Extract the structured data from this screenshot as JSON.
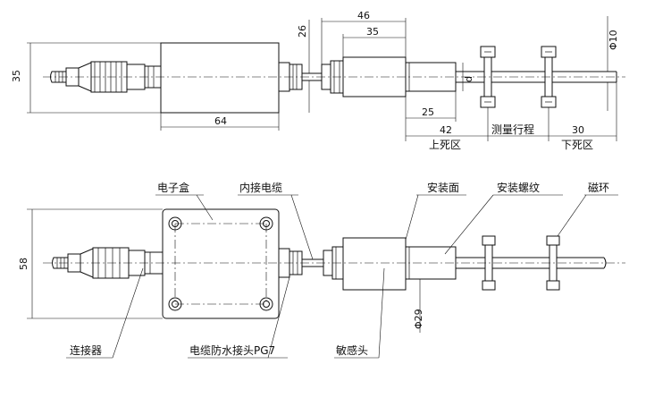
{
  "dimensions": {
    "d46": "46",
    "d35_top": "35",
    "d26": "26",
    "d35_left": "35",
    "d64": "64",
    "d_label": "d",
    "d25": "25",
    "d42": "42",
    "d30": "30",
    "phi10": "Φ10",
    "d58": "58",
    "phi29": "Φ29"
  },
  "stroke_label": "测量行程",
  "zones": {
    "upper_dead": "上死区",
    "lower_dead": "下死区"
  },
  "callouts": {
    "electronics_box": "电子盒",
    "inner_cable": "内接电缆",
    "mount_face": "安装面",
    "mount_thread": "安装螺纹",
    "magnet_ring": "磁环",
    "connector": "连接器",
    "cable_gland": "电缆防水接头PG7",
    "sensing_head": "敏感头"
  }
}
